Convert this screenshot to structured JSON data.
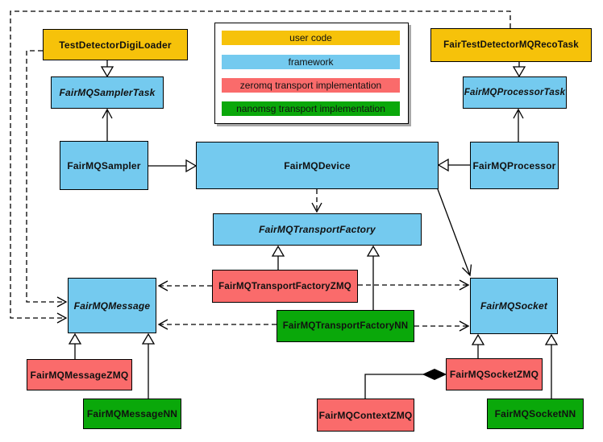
{
  "colors": {
    "user_code": "#F6C20A",
    "framework": "#74CAEF",
    "zeromq": "#FA6B6B",
    "nanomsg": "#0AA80A",
    "border": "#000000",
    "background": "#FFFFFF"
  },
  "legend": {
    "items": [
      {
        "label": "user code"
      },
      {
        "label": "framework"
      },
      {
        "label": "zeromq transport implementation"
      },
      {
        "label": "nanomsg transport implementation"
      }
    ]
  },
  "nodes": {
    "test_detector_digi_loader": {
      "label": "TestDetectorDigiLoader",
      "category": "user code"
    },
    "fair_test_detector_mq_reco_task": {
      "label": "FairTestDetectorMQRecoTask",
      "category": "user code"
    },
    "fairmq_sampler_task": {
      "label": "FairMQSamplerTask",
      "category": "framework",
      "abstract": true
    },
    "fairmq_processor_task": {
      "label": "FairMQProcessorTask",
      "category": "framework",
      "abstract": true
    },
    "fairmq_sampler": {
      "label": "FairMQSampler",
      "category": "framework"
    },
    "fairmq_device": {
      "label": "FairMQDevice",
      "category": "framework"
    },
    "fairmq_processor": {
      "label": "FairMQProcessor",
      "category": "framework"
    },
    "fairmq_transport_factory": {
      "label": "FairMQTransportFactory",
      "category": "framework",
      "abstract": true
    },
    "fairmq_transport_factory_zmq": {
      "label": "FairMQTransportFactoryZMQ",
      "category": "zeromq"
    },
    "fairmq_transport_factory_nn": {
      "label": "FairMQTransportFactoryNN",
      "category": "nanomsg"
    },
    "fairmq_message": {
      "label": "FairMQMessage",
      "category": "framework",
      "abstract": true
    },
    "fairmq_socket": {
      "label": "FairMQSocket",
      "category": "framework",
      "abstract": true
    },
    "fairmq_message_zmq": {
      "label": "FairMQMessageZMQ",
      "category": "zeromq"
    },
    "fairmq_message_nn": {
      "label": "FairMQMessageNN",
      "category": "nanomsg"
    },
    "fairmq_socket_zmq": {
      "label": "FairMQSocketZMQ",
      "category": "zeromq"
    },
    "fairmq_socket_nn": {
      "label": "FairMQSocketNN",
      "category": "nanomsg"
    },
    "fairmq_context_zmq": {
      "label": "FairMQContextZMQ",
      "category": "zeromq"
    }
  },
  "edges": [
    {
      "type": "inheritance",
      "from": "TestDetectorDigiLoader",
      "to": "FairMQSamplerTask"
    },
    {
      "type": "inheritance",
      "from": "FairTestDetectorMQRecoTask",
      "to": "FairMQProcessorTask"
    },
    {
      "type": "inheritance",
      "from": "FairMQSampler",
      "to": "FairMQDevice"
    },
    {
      "type": "inheritance",
      "from": "FairMQProcessor",
      "to": "FairMQDevice"
    },
    {
      "type": "inheritance",
      "from": "FairMQTransportFactoryZMQ",
      "to": "FairMQTransportFactory"
    },
    {
      "type": "inheritance",
      "from": "FairMQTransportFactoryNN",
      "to": "FairMQTransportFactory"
    },
    {
      "type": "inheritance",
      "from": "FairMQMessageZMQ",
      "to": "FairMQMessage"
    },
    {
      "type": "inheritance",
      "from": "FairMQMessageNN",
      "to": "FairMQMessage"
    },
    {
      "type": "inheritance",
      "from": "FairMQSocketZMQ",
      "to": "FairMQSocket"
    },
    {
      "type": "inheritance",
      "from": "FairMQSocketNN",
      "to": "FairMQSocket"
    },
    {
      "type": "association",
      "from": "FairMQSampler",
      "to": "FairMQSamplerTask"
    },
    {
      "type": "association",
      "from": "FairMQProcessor",
      "to": "FairMQProcessorTask"
    },
    {
      "type": "association",
      "from": "FairMQDevice",
      "to": "FairMQSocket"
    },
    {
      "type": "dependency",
      "from": "FairMQDevice",
      "to": "FairMQTransportFactory"
    },
    {
      "type": "dependency",
      "from": "TestDetectorDigiLoader",
      "to": "FairMQMessage"
    },
    {
      "type": "dependency",
      "from": "FairTestDetectorMQRecoTask",
      "to": "FairMQMessage"
    },
    {
      "type": "dependency",
      "from": "FairMQTransportFactoryZMQ",
      "to": "FairMQMessage"
    },
    {
      "type": "dependency",
      "from": "FairMQTransportFactoryZMQ",
      "to": "FairMQSocket"
    },
    {
      "type": "dependency",
      "from": "FairMQTransportFactoryNN",
      "to": "FairMQMessage"
    },
    {
      "type": "dependency",
      "from": "FairMQTransportFactoryNN",
      "to": "FairMQSocket"
    },
    {
      "type": "composition",
      "from": "FairMQContextZMQ",
      "to": "FairMQSocketZMQ"
    }
  ]
}
